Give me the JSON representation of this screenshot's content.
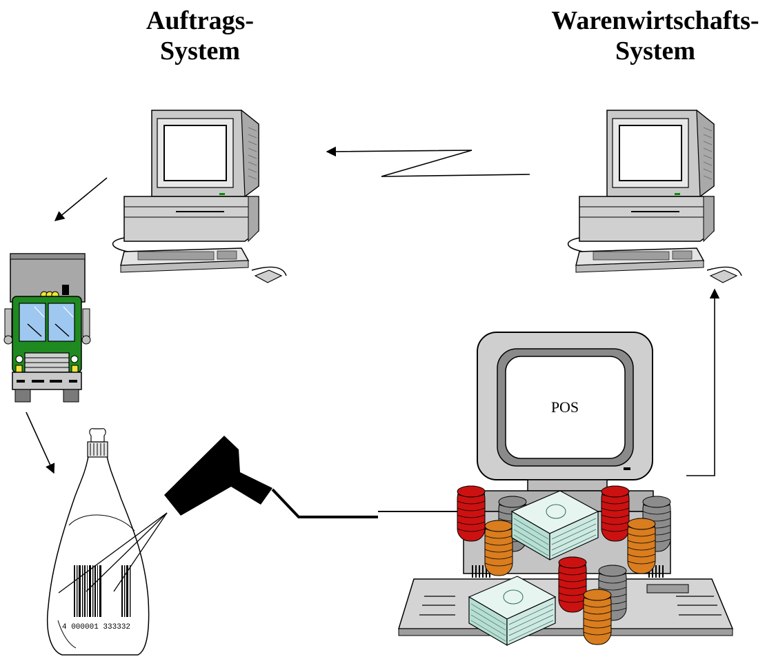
{
  "titles": {
    "left_line1": "Auftrags-",
    "left_line2": "System",
    "right_line1": "Warenwirtschafts-",
    "right_line2": "System"
  },
  "pos": {
    "label": "POS"
  },
  "barcode": {
    "number": "4 000001 333332"
  },
  "icons": [
    "computer-icon",
    "computer-icon",
    "truck-icon",
    "bottle-icon",
    "barcode-scanner-icon",
    "cash-register-icon",
    "coin-stack-icon",
    "banknote-bundle-icon"
  ],
  "colors": {
    "truck_cab": "#1f8a1f",
    "truck_box": "#a8a8a8",
    "coins_red": "#cc1111",
    "coins_orange": "#d97d1e",
    "coins_gray": "#8c8c8c",
    "banknotes": "#cfe9e2",
    "computer_beige": "#d6d6d6"
  }
}
